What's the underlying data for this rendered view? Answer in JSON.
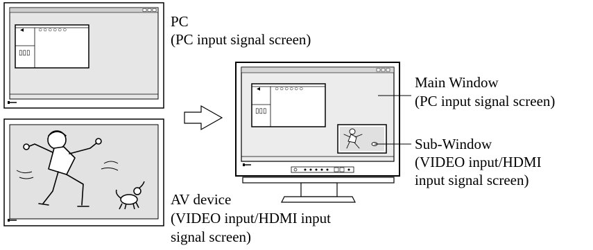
{
  "labels": {
    "pc_title": "PC",
    "pc_subtitle": "(PC input signal screen)",
    "main_window_title": "Main Window",
    "main_window_subtitle": "(PC input signal screen)",
    "sub_window_title": "Sub-Window",
    "sub_window_line2": "(VIDEO input/HDMI",
    "sub_window_line3": "input signal screen)",
    "av_title": "AV device",
    "av_line2": "(VIDEO input/HDMI input",
    "av_line3": "signal screen)"
  },
  "icon_text": {
    "icon_row": "○○○○○○",
    "icon_column": "▯▯▯",
    "pc_glyph": "◂"
  },
  "colors": {
    "screen_gray": "#e8e8e8",
    "frame": "#000000",
    "window_fill": "#f4f4f4"
  }
}
